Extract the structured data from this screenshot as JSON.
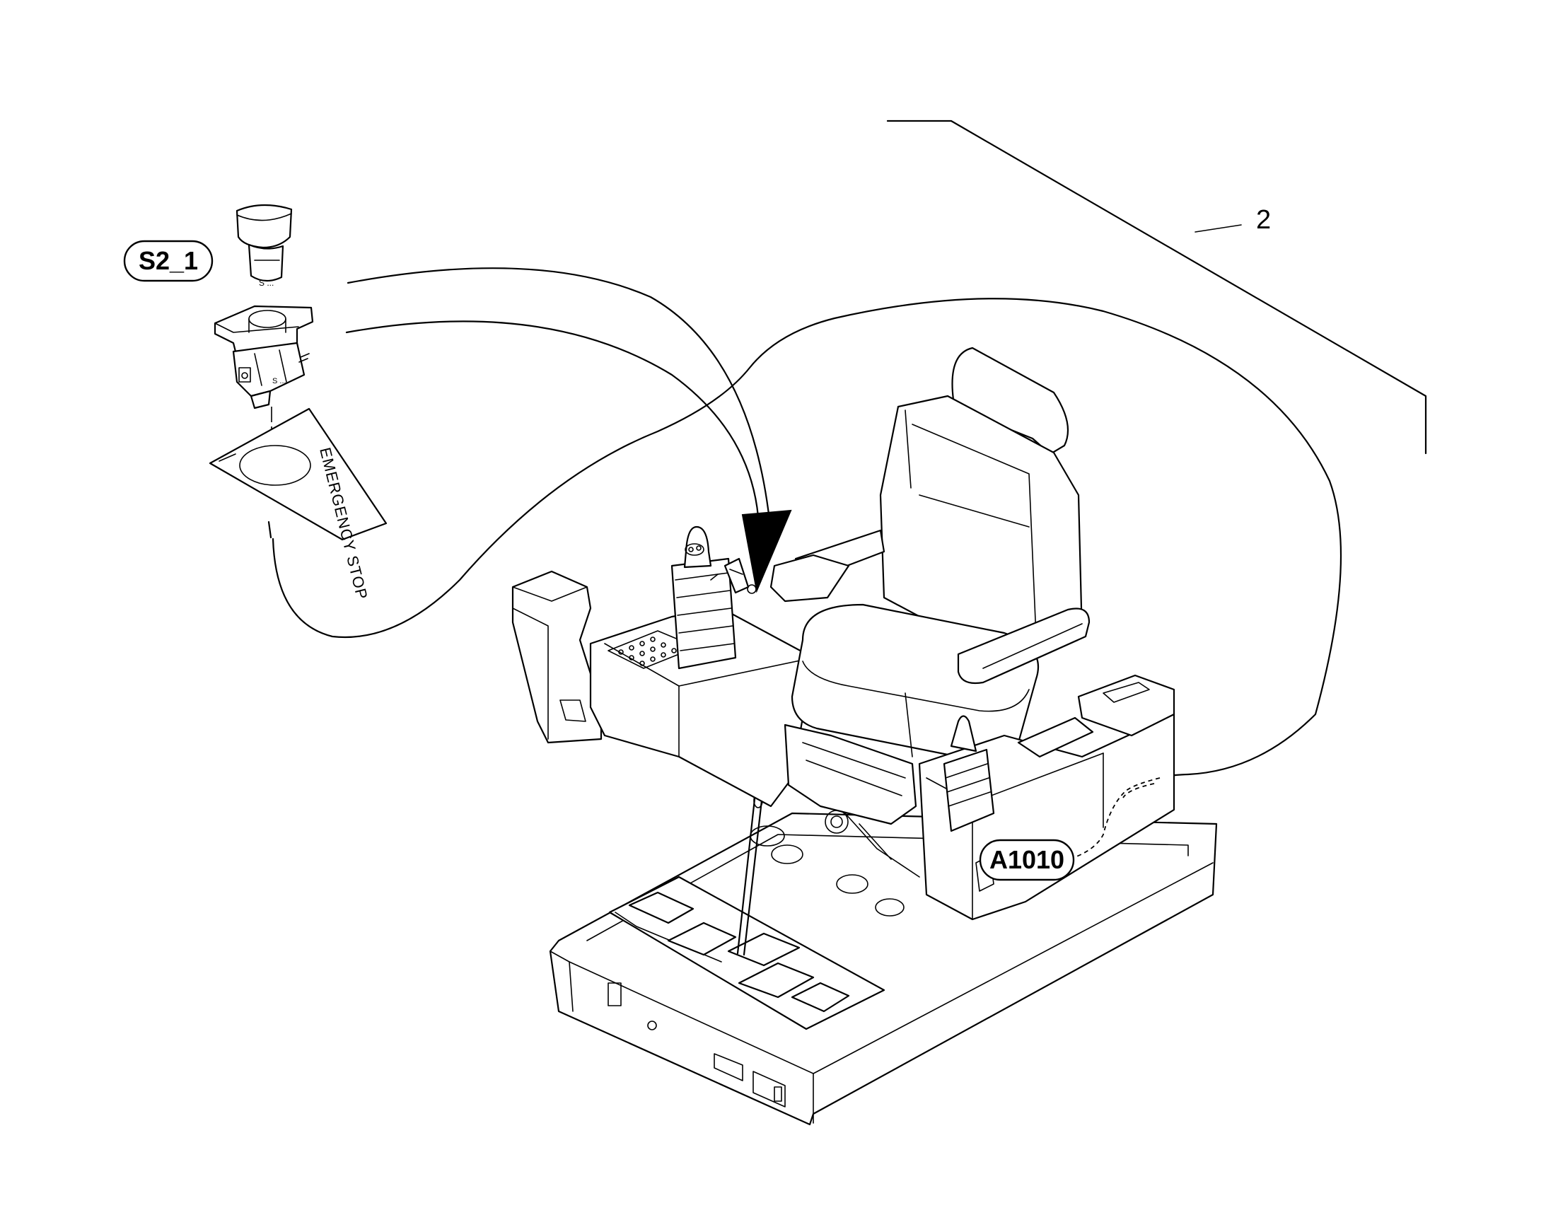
{
  "diagram": {
    "callouts": {
      "item_2": "2",
      "part_s2_1": "S2_1",
      "part_a1010": "A1010"
    },
    "labels": {
      "emergency_stop": "EMERGENCY STOP",
      "switch_marking_top": "S ...",
      "switch_marking_block": "S ..."
    },
    "colors": {
      "line": "#000000",
      "background": "#ffffff"
    }
  }
}
